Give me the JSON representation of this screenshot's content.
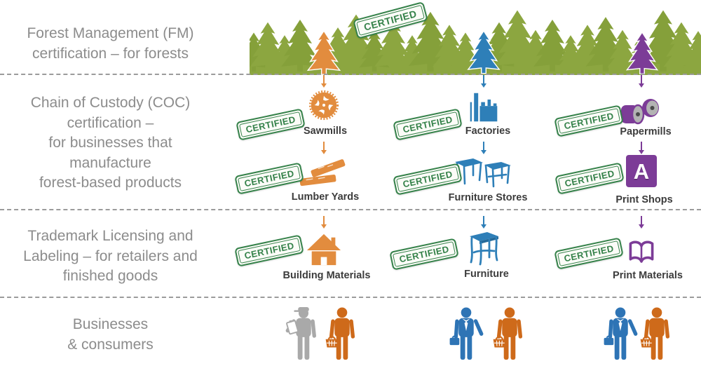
{
  "stamp": {
    "label": "CERTIFIED"
  },
  "left_column": {
    "row1": "Forest Management (FM)\ncertification – for forests",
    "row2": "Chain of Custody (COC)\ncertification –\nfor businesses that\nmanufacture\nforest-based products",
    "row3": "Trademark Licensing and\nLabeling – for retailers and\nfinished goods",
    "row4": "Businesses\n& consumers"
  },
  "chains": [
    {
      "name": "wood-products",
      "stages": [
        {
          "label": "Sawmills"
        },
        {
          "label": "Lumber Yards"
        },
        {
          "label": "Building Materials"
        }
      ]
    },
    {
      "name": "furniture",
      "stages": [
        {
          "label": "Factories"
        },
        {
          "label": "Furniture Stores"
        },
        {
          "label": "Furniture"
        }
      ]
    },
    {
      "name": "paper",
      "stages": [
        {
          "label": "Papermills"
        },
        {
          "label": "Print Shops"
        },
        {
          "label": "Print Materials"
        }
      ]
    }
  ],
  "print_shop": {
    "letter": "A"
  },
  "colors": {
    "forest_green": "#8CA640",
    "forest_green_dark": "#85A03A",
    "chain_orange": "#E28C3E",
    "chain_blue": "#2E7FB8",
    "chain_purple": "#7C3C97",
    "stamp_green": "#35824A",
    "divider_gray": "#9B9B9B",
    "left_text_gray": "#8C8C8C",
    "label_dark": "#3C3C3C",
    "person_gray": "#A9A9A9",
    "consumer_orange": "#CE6A1A",
    "business_blue": "#2E74B5",
    "roll_end_gray": "#B3B3B3"
  }
}
